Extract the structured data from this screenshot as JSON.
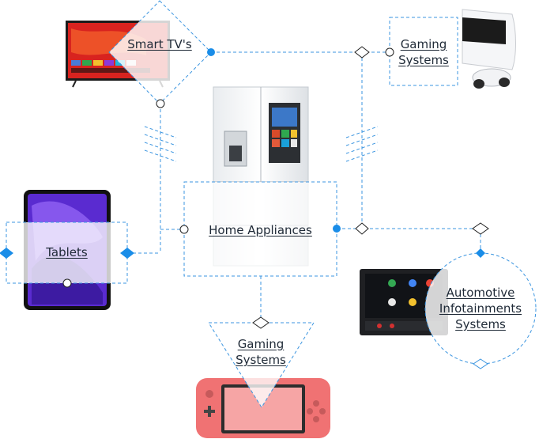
{
  "nodes": {
    "smart_tv": "Smart TV's",
    "gaming_top_line1": "Gaming",
    "gaming_top_line2": "Systems",
    "home_appliances": "Home Appliances",
    "tablets": "Tablets",
    "automotive_line1": "Automotive",
    "automotive_line2": "Infotainments",
    "automotive_line3": "Systems",
    "gaming_bottom_line1": "Gaming",
    "gaming_bottom_line2": "Systems"
  },
  "colors": {
    "connector": "#3b95e0",
    "accent_dot": "#1a8de8",
    "tv_screen": "#d8231f",
    "tablet_screen": "#5a2bd0",
    "switch_body": "#f07273"
  },
  "icons": [
    "tv-icon",
    "console-icon",
    "fridge-icon",
    "tablet-icon",
    "car-stereo-icon",
    "handheld-console-icon"
  ]
}
